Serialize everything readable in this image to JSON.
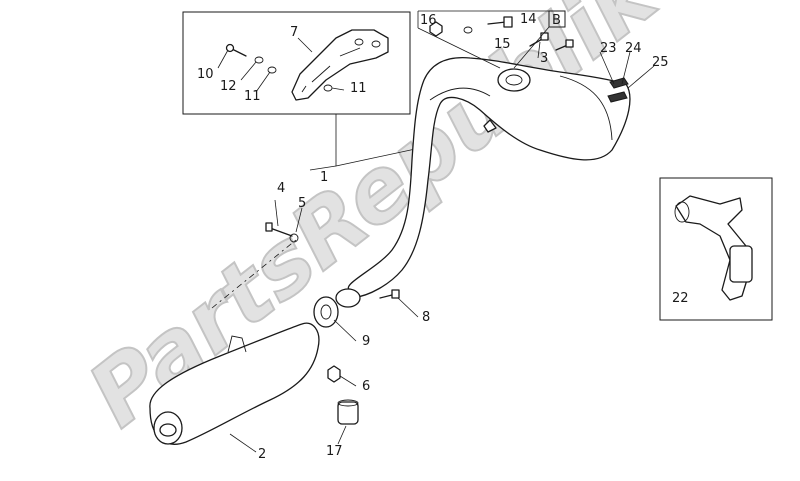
{
  "watermark": "PartsRepublik",
  "callouts": {
    "c1": "1",
    "c2": "2",
    "c3": "3",
    "c4": "4",
    "c5": "5",
    "c6": "6",
    "c7": "7",
    "c8": "8",
    "c9": "9",
    "c10": "10",
    "c11a": "11",
    "c11b": "11",
    "c12": "12",
    "c14": "14",
    "c15": "15",
    "c16": "16",
    "c17": "17",
    "c22": "22",
    "c23": "23",
    "c24": "24",
    "c25": "25"
  },
  "box_label": "B"
}
